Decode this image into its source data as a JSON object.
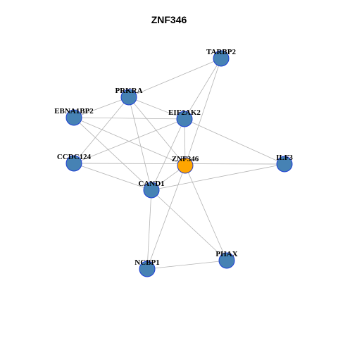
{
  "title": "ZNF346",
  "colors": {
    "node_fill": "#4682b4",
    "node_stroke": "#1f3fd6",
    "center_fill": "#ffa500",
    "center_stroke": "#2a3fc0",
    "edge": "#b3b3b3"
  },
  "nodes": [
    {
      "id": "ZNF346",
      "label": "ZNF346",
      "center": true
    },
    {
      "id": "TARBP2",
      "label": "TARBP2"
    },
    {
      "id": "PRKRA",
      "label": "PRKRA"
    },
    {
      "id": "EBNA1BP2",
      "label": "EBNA1BP2"
    },
    {
      "id": "EIF2AK2",
      "label": "EIF2AK2"
    },
    {
      "id": "CCDC124",
      "label": "CCDC124"
    },
    {
      "id": "ILF3",
      "label": "ILF3"
    },
    {
      "id": "CAND1",
      "label": "CAND1"
    },
    {
      "id": "PHAX",
      "label": "PHAX"
    },
    {
      "id": "NCBP1",
      "label": "NCBP1"
    }
  ],
  "edges": [
    [
      "TARBP2",
      "PRKRA"
    ],
    [
      "TARBP2",
      "EIF2AK2"
    ],
    [
      "TARBP2",
      "ZNF346"
    ],
    [
      "PRKRA",
      "EBNA1BP2"
    ],
    [
      "PRKRA",
      "EIF2AK2"
    ],
    [
      "PRKRA",
      "ZNF346"
    ],
    [
      "PRKRA",
      "CAND1"
    ],
    [
      "PRKRA",
      "CCDC124"
    ],
    [
      "EBNA1BP2",
      "EIF2AK2"
    ],
    [
      "EBNA1BP2",
      "ZNF346"
    ],
    [
      "EBNA1BP2",
      "CAND1"
    ],
    [
      "EIF2AK2",
      "CCDC124"
    ],
    [
      "EIF2AK2",
      "ZNF346"
    ],
    [
      "EIF2AK2",
      "CAND1"
    ],
    [
      "EIF2AK2",
      "ILF3"
    ],
    [
      "CCDC124",
      "CAND1"
    ],
    [
      "CCDC124",
      "ILF3"
    ],
    [
      "ZNF346",
      "CAND1"
    ],
    [
      "ZNF346",
      "NCBP1"
    ],
    [
      "ZNF346",
      "PHAX"
    ],
    [
      "CAND1",
      "ILF3"
    ],
    [
      "CAND1",
      "NCBP1"
    ],
    [
      "CAND1",
      "PHAX"
    ],
    [
      "NCBP1",
      "PHAX"
    ]
  ]
}
